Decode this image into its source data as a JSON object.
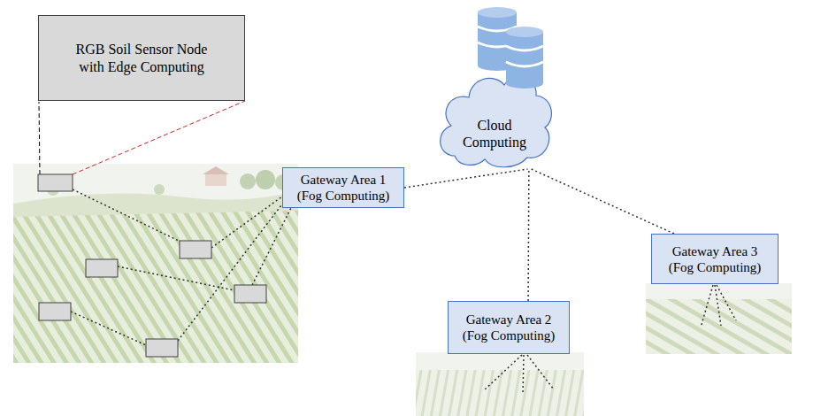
{
  "diagram": {
    "nodes": [
      {
        "text": [
          "RGB Soil Sensor Node with Edge Computing"
        ]
      },
      {
        "text": [
          "Cloud Computing"
        ]
      },
      {
        "text": [
          "Gateway Area 1 (Fog Computing)"
        ]
      },
      {
        "text": [
          "Gateway Area 3 (Fog Computing)"
        ]
      },
      {
        "text": [
          "Gateway Area 2 (Fog Computing)"
        ]
      }
    ],
    "edges": [
      {
        "from": 2,
        "to": 1,
        "arrow": "none"
      },
      {
        "from": 4,
        "to": 1,
        "arrow": "none"
      },
      {
        "from": 3,
        "to": 1,
        "arrow": "none"
      }
    ]
  }
}
